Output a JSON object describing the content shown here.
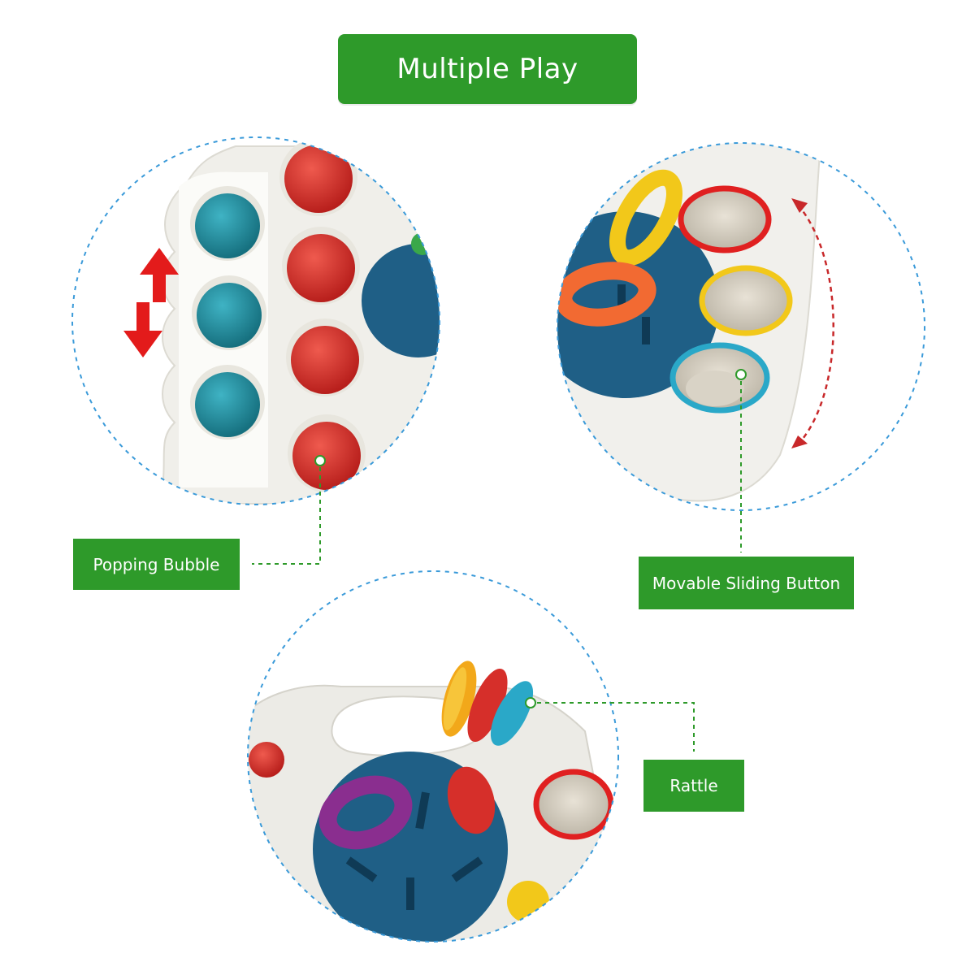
{
  "title": "Multiple Play",
  "labels": {
    "popping": "Popping Bubble",
    "sliding": "Movable Sliding Button",
    "rattle": "Rattle"
  },
  "colors": {
    "label_green": "#2e9a2a",
    "dashed_circle": "#3a9ad9",
    "connector": "#2e9a2a",
    "arrow_red": "#e31b1b",
    "bubble_red": "#d62f2a",
    "bubble_teal": "#1f8fa0",
    "dial_blue": "#1f5f86",
    "ring_red": "#e02020",
    "ring_yellow": "#f2c81a",
    "ring_teal": "#2aa8c8",
    "link_orange": "#f26a32",
    "link_purple": "#8a2e8f"
  },
  "icons": [
    "up-down-arrow-icon",
    "curved-double-arrow-icon"
  ]
}
